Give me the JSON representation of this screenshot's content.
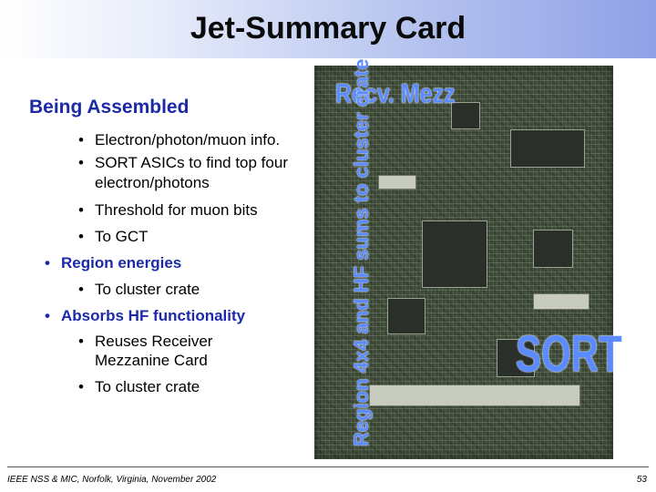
{
  "slide": {
    "title": "Jet-Summary Card",
    "subtitle": "Being Assembled",
    "bullets": [
      "Electron/photon/muon info.",
      "SORT ASICs to find top four",
      "electron/photons",
      "Threshold for muon bits",
      "To GCT",
      "Region energies",
      "To cluster crate",
      "Absorbs HF functionality",
      "Reuses Receiver",
      "Mezzanine Card",
      "To cluster crate"
    ],
    "bullet_glyph": "•"
  },
  "photo": {
    "label_recv": "Recv. Mezz",
    "label_region": "Region 4x4 and HF sums to cluster crate",
    "label_sort": "SORT",
    "board_color": "#3e4a38",
    "label_color": "#5b8cff"
  },
  "footer": {
    "left": "IEEE NSS & MIC, Norfolk, Virginia, November 2002",
    "page": "53"
  },
  "colors": {
    "accent": "#1c2aa8",
    "title_gradient_end": "#8fa0e6"
  }
}
